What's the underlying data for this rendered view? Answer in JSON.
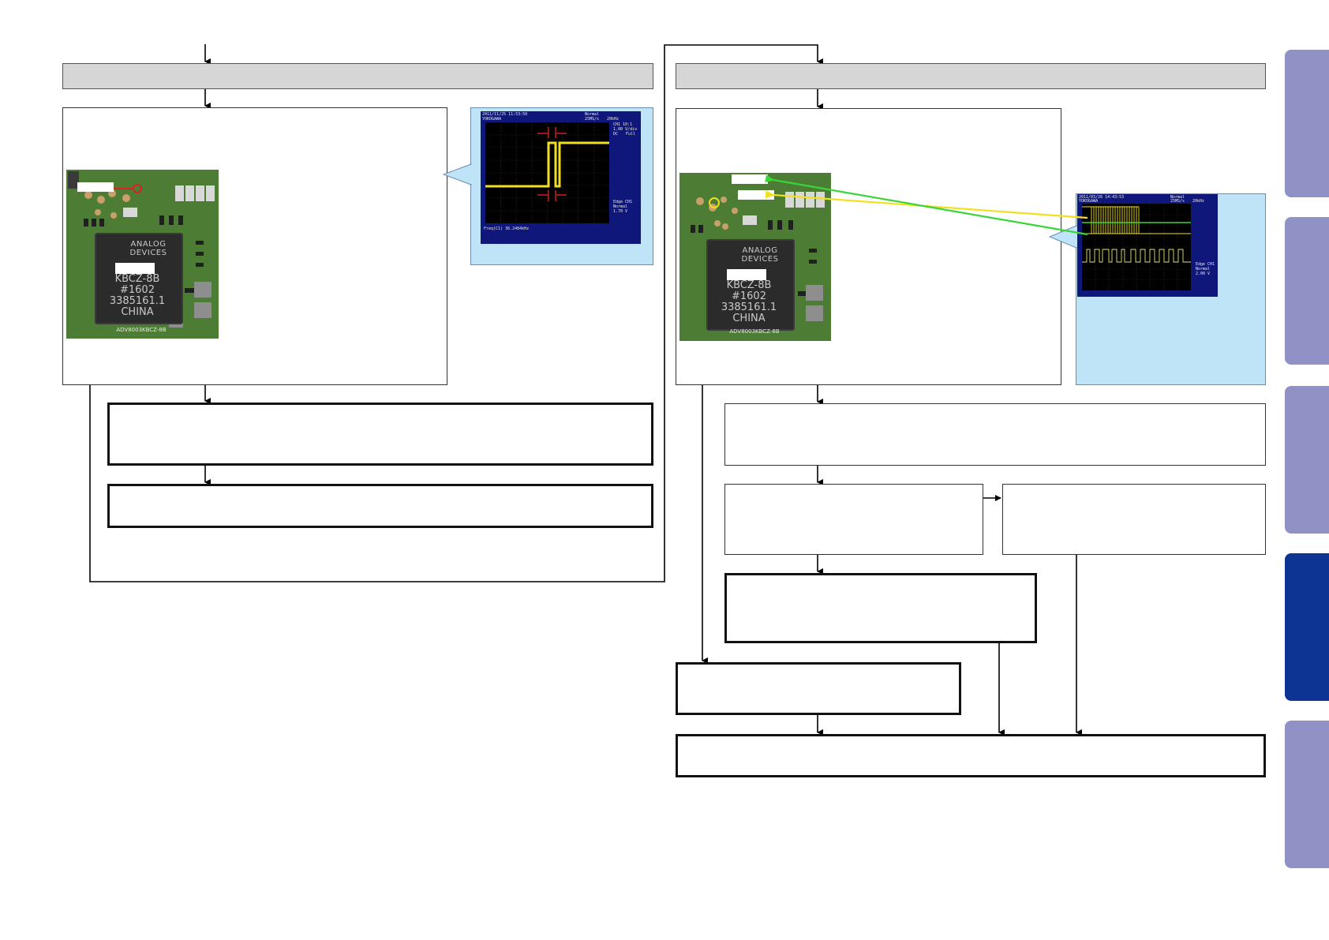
{
  "colors": {
    "header_fill": "#d6d6d6",
    "scope_panel": "#bfe4f8",
    "scope_screen": "#10177a",
    "trace_yellow": "#f0e020",
    "trace_green": "#38d638",
    "marker_red": "#e02020",
    "tab_inactive": "#9092c6",
    "tab_active": "#0d3393",
    "pcb_green": "#4d7d34"
  },
  "left_pcb": {
    "chip_brand": "ANALOG DEVICES",
    "chip_line1": "KBCZ-8B",
    "chip_line2": "#1602",
    "chip_line3": "3385161.1",
    "chip_line4": "CHINA",
    "bottom_marking": "ADV8003KBCZ-8B"
  },
  "right_pcb": {
    "chip_brand": "ANALOG DEVICES",
    "chip_line1": "KBCZ-8B",
    "chip_line2": "#1602",
    "chip_line3": "3385161.1",
    "chip_line4": "CHINA",
    "bottom_marking": "ADV8003KBCZ-8B"
  },
  "left_scope": {
    "datetime": "2011/11/25 11:53:50",
    "brand": "YOKOGAWA",
    "mode": "Normal",
    "rate": "25MS/s",
    "res": "20kHz",
    "ch_info": "CH1 10:1",
    "volt_div": "1.00 V/div",
    "coupling": "DC",
    "bw": "Full",
    "trigger": "Edge CH1",
    "trig_mode": "Normal",
    "trig_level": "1.70 V",
    "measurement": "Freq(C1)  36.2484kHz"
  },
  "right_scope": {
    "datetime": "2011/03/26 14:43:53",
    "brand": "YOKOGAWA",
    "mode": "Normal",
    "rate": "25MS/s",
    "res": "20kHz",
    "trigger": "Edge CH1",
    "trig_mode": "Normal",
    "trig_level": "2.00 V"
  },
  "tabs": [
    "tab-1",
    "tab-2",
    "tab-3",
    "tab-4",
    "tab-5"
  ]
}
